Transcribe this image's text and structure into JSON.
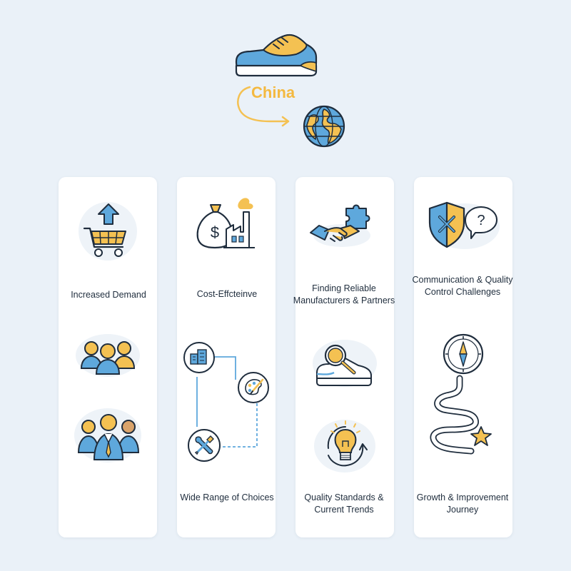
{
  "header": {
    "origin_label": "China",
    "icons": [
      "sneaker-icon",
      "globe-icon",
      "curved-arrow-icon"
    ]
  },
  "columns": [
    {
      "labels": {
        "top": "Increased Demand"
      },
      "icons": [
        "shopping-cart-up-arrow-icon",
        "consumers-group-icon",
        "business-people-group-icon"
      ]
    },
    {
      "labels": {
        "top": "Cost-Effcteinve",
        "bottom": "Wide Range of Choices"
      },
      "icons": [
        "money-bag-factory-icon",
        "product-boxes-icon",
        "design-palette-icon",
        "wrench-screwdriver-icon"
      ]
    },
    {
      "labels": {
        "top": "Finding Reliable Manufacturers & Partners",
        "bottom": "Quality Standards & Current Trends"
      },
      "icons": [
        "handshake-puzzle-icon",
        "shoe-magnifier-icon",
        "lightbulb-refresh-icon"
      ]
    },
    {
      "labels": {
        "top": "Communication & Quality Control Challenges",
        "bottom": "Growth & Improvement Journey"
      },
      "icons": [
        "shield-question-icon",
        "compass-icon",
        "winding-path-star-icon"
      ]
    }
  ],
  "colors": {
    "blue": "#5ea8dc",
    "orange": "#f4c152",
    "navy": "#1f2d3d",
    "background": "#eaf1f8",
    "card": "#ffffff"
  }
}
